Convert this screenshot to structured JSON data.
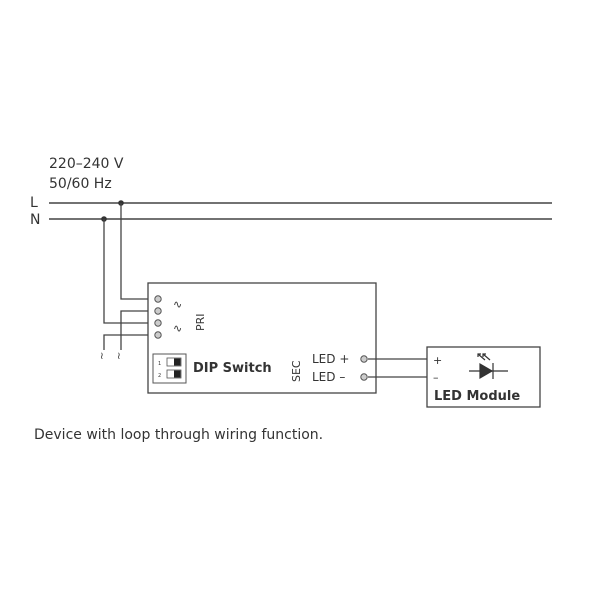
{
  "supply": {
    "voltage": "220–240 V",
    "frequency": "50/60 Hz",
    "line_label": "L",
    "neutral_label": "N"
  },
  "driver": {
    "primary_label": "PRI",
    "secondary_label": "SEC",
    "dip_switch_label": "DIP Switch",
    "dip_markers": [
      "1",
      "2"
    ],
    "led_plus_label": "LED +",
    "led_minus_label": "LED –"
  },
  "led_module": {
    "label": "LED Module",
    "plus": "+",
    "minus": "–"
  },
  "caption": "Device with loop through wiring function."
}
